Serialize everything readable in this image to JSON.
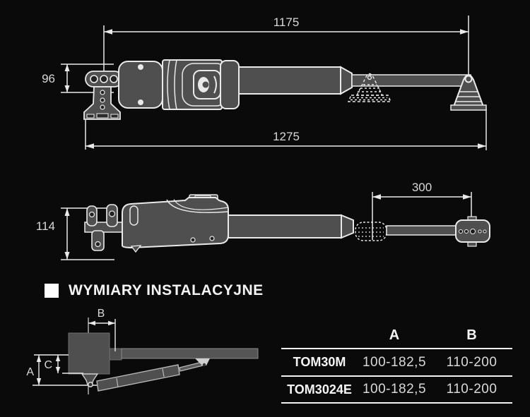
{
  "colors": {
    "background": "#0a0a0a",
    "line": "#e9e9e9",
    "body_fill": "#4f4f4f",
    "dim_text": "#d8d8d8"
  },
  "top_view": {
    "dim_pivot_length": "1175",
    "dim_overall_length": "1275",
    "dim_bracket_height": "96"
  },
  "side_view": {
    "dim_body_height": "114",
    "dim_rod_travel": "300"
  },
  "section_header": {
    "title": "WYMIARY INSTALACYJNE"
  },
  "install_diagram": {
    "labels": {
      "a": "A",
      "b": "B",
      "c": "C"
    }
  },
  "spec_table": {
    "columns": [
      "A",
      "B"
    ],
    "rows": [
      {
        "model": "TOM30M",
        "a": "100-182,5",
        "b": "110-200"
      },
      {
        "model": "TOM3024E",
        "a": "100-182,5",
        "b": "110-200"
      }
    ]
  }
}
